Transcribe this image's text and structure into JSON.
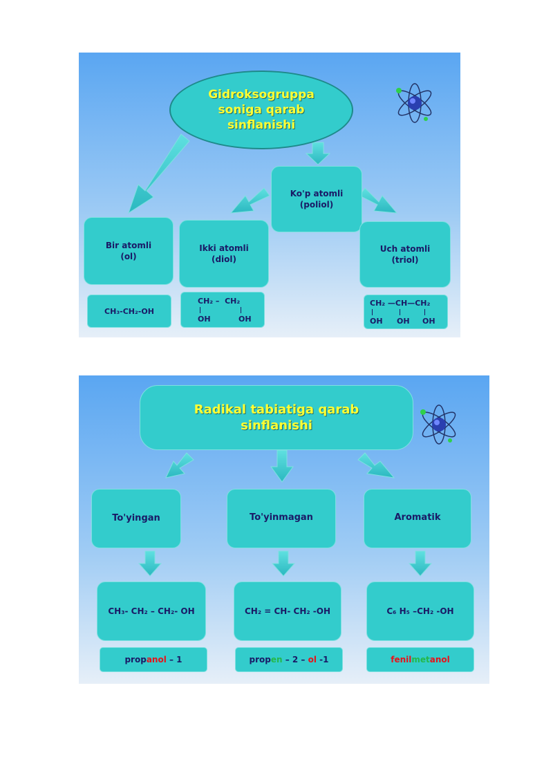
{
  "colors": {
    "box": "#33cccc",
    "title_text": "#ffff33",
    "label_text": "#1a1a66",
    "suffix_red": "#e8121a",
    "suffix_green": "#24b84a"
  },
  "slide1": {
    "title": "Gidroksogruppa\nsoniga  qarab\nsinflanishi",
    "polyol": "Ko'p atomli\n(poliol)",
    "mono": "Bir atomli\n(ol)",
    "diol": "Ikki atomli\n(diol)",
    "triol": "Uch atomli\n(triol)",
    "mono_formula": "CH₃-CH₂-OH",
    "diol_formula": {
      "line1": "CH₂ –  CH₂",
      "oh1": "OH",
      "oh2": "OH"
    },
    "triol_formula": {
      "line1": "CH₂ —CH—CH₂",
      "oh1": "OH",
      "oh2": "OH",
      "oh3": "OH"
    },
    "icon": "atom-icon"
  },
  "slide2": {
    "title": "Radikal  tabiatiga  qarab\nsinflanishi",
    "categories": [
      "To'yingan",
      "To'yinmagan",
      "Aromatik"
    ],
    "formulas": [
      "CH₃- CH₂ – CH₂- OH",
      "CH₂ = CH- CH₂ -OH",
      "C₆ H₅ –CH₂ -OH"
    ],
    "names": {
      "n1": {
        "a": "prop",
        "b": "anol",
        "c": " – 1"
      },
      "n2": {
        "a": "prop",
        "b": "en",
        "c": " – 2 – ",
        "d": "ol",
        "e": " -1"
      },
      "n3": {
        "a": "fenil",
        "b": "met",
        "c": "anol"
      }
    },
    "icon": "atom-icon"
  }
}
